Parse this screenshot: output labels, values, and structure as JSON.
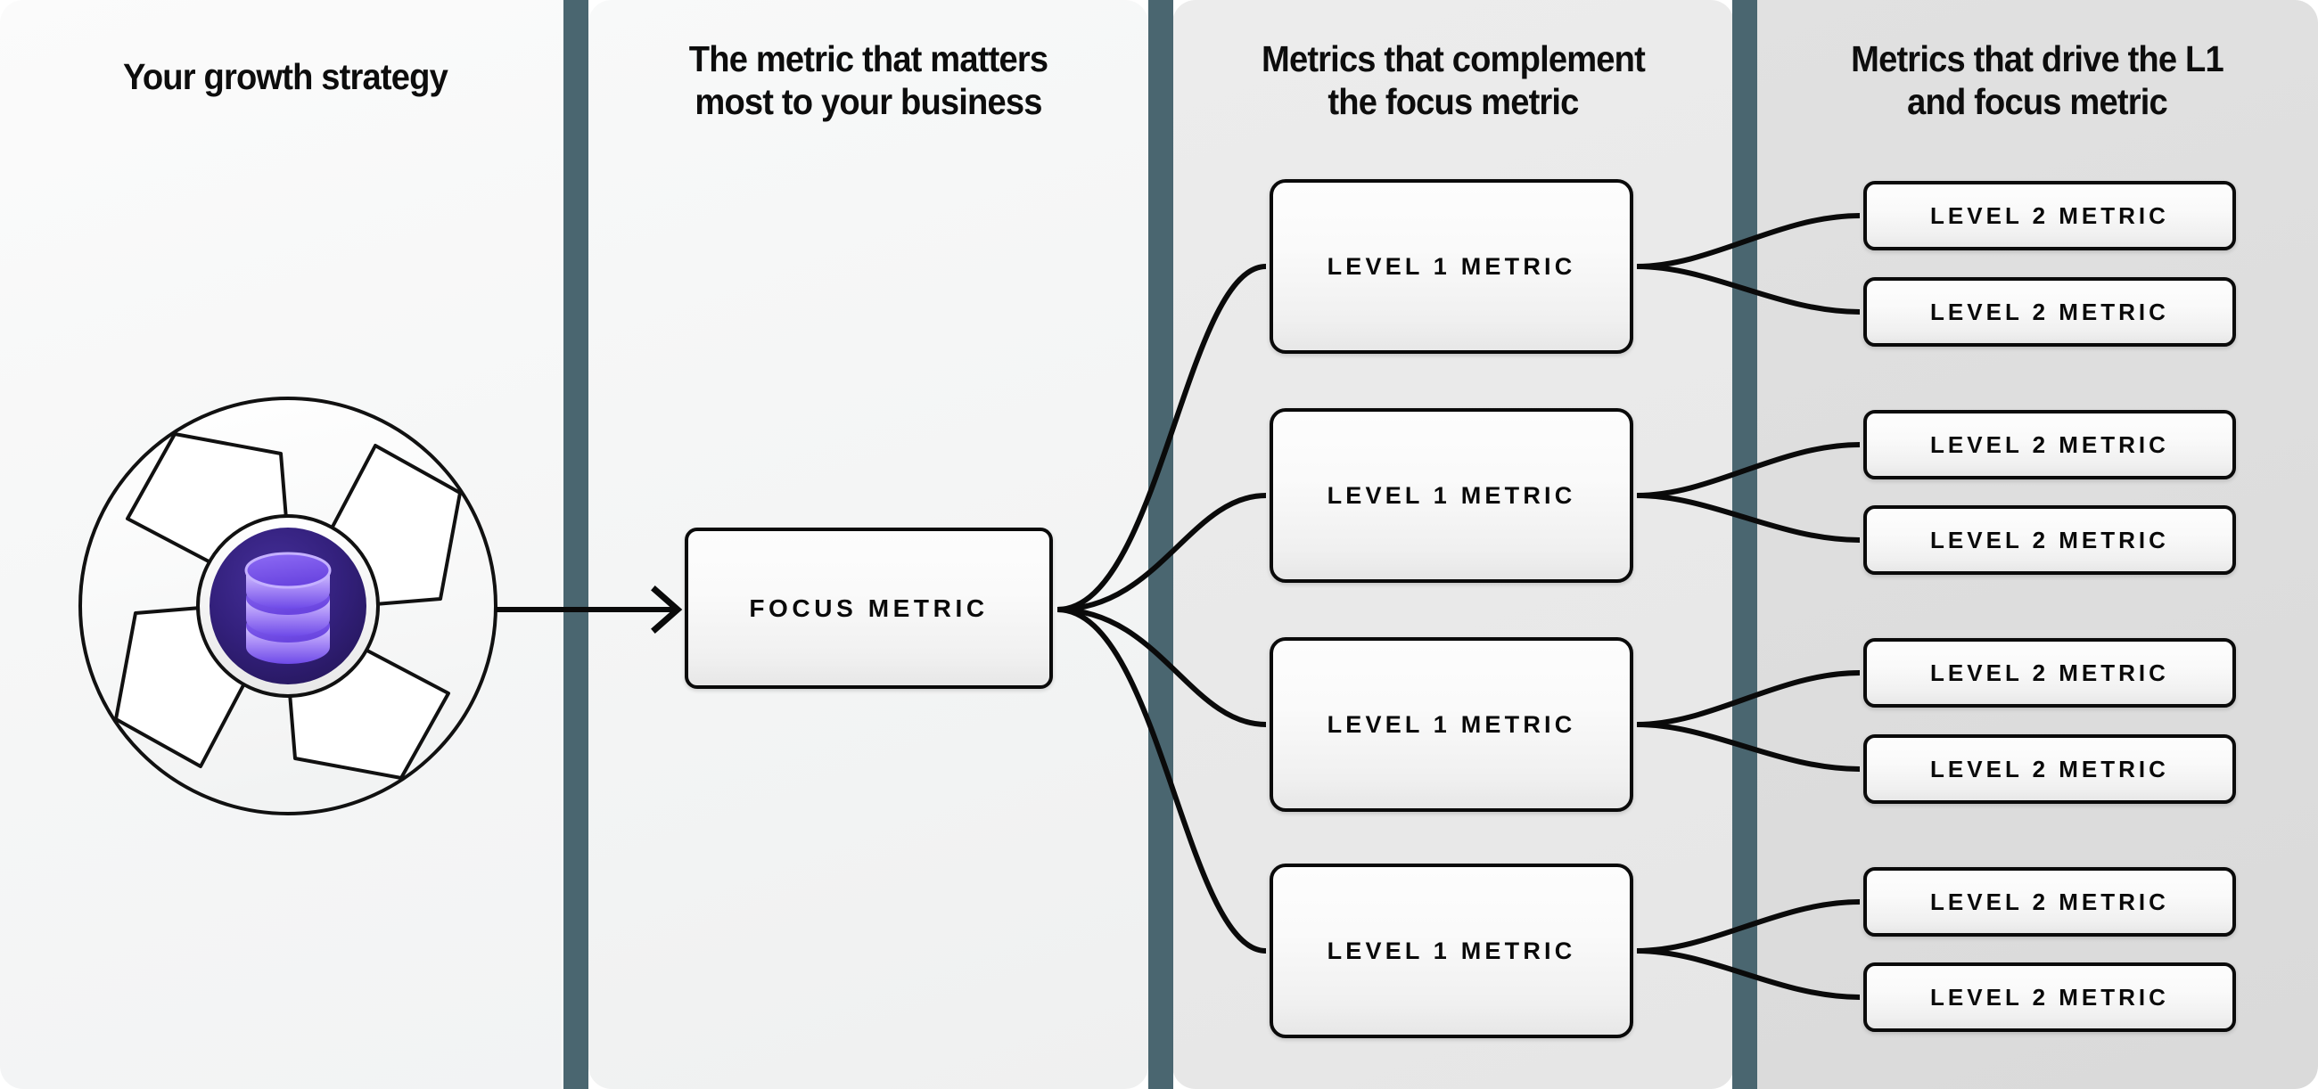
{
  "columns": [
    {
      "id": "growth-strategy",
      "header": "Your growth strategy"
    },
    {
      "id": "focus-metric",
      "header": "The metric that matters\nmost to your business"
    },
    {
      "id": "complement",
      "header": "Metrics that complement\nthe focus metric"
    },
    {
      "id": "drivers",
      "header": "Metrics that drive the L1\nand focus metric"
    }
  ],
  "headers": {
    "col0": "Your growth strategy",
    "col1_line1": "The metric that matters",
    "col1_line2": "most to your business",
    "col2_line1": "Metrics that complement",
    "col2_line2": "the focus metric",
    "col3_line1": "Metrics that drive the L1",
    "col3_line2": "and focus metric"
  },
  "logo": {
    "icon_name": "database-icon",
    "shape_name": "pinwheel-aperture",
    "core_color": "#2a1b66",
    "core_color_inner": "#3a2585",
    "cylinder_color": "#7b5cf0",
    "cylinder_highlight": "#c9b8ff",
    "ring_color": "#fafafa",
    "outline_color": "#111111"
  },
  "nodes": {
    "focus": {
      "label": "FOCUS METRIC"
    },
    "level1": [
      {
        "label": "LEVEL 1 METRIC"
      },
      {
        "label": "LEVEL 1 METRIC"
      },
      {
        "label": "LEVEL 1 METRIC"
      },
      {
        "label": "LEVEL 1 METRIC"
      }
    ],
    "level2": [
      {
        "label": "LEVEL 2 METRIC"
      },
      {
        "label": "LEVEL 2 METRIC"
      },
      {
        "label": "LEVEL 2 METRIC"
      },
      {
        "label": "LEVEL 2 METRIC"
      },
      {
        "label": "LEVEL 2 METRIC"
      },
      {
        "label": "LEVEL 2 METRIC"
      },
      {
        "label": "LEVEL 2 METRIC"
      },
      {
        "label": "LEVEL 2 METRIC"
      }
    ]
  },
  "connectors": {
    "arrow_name": "strategy-to-focus-arrow",
    "fan_from_focus_count": 4,
    "fan_from_l1_count": 2
  },
  "colors": {
    "divider": "#4a6670",
    "panel_0_bg": "#f7f8f8",
    "panel_1_bg": "#f2f3f3",
    "panel_2_bg": "#e8e8e8",
    "panel_3_bg": "#dcdcdc",
    "node_border": "#0a0a0a",
    "text": "#0d0d0d",
    "accent_purple": "#7b5cf0"
  }
}
